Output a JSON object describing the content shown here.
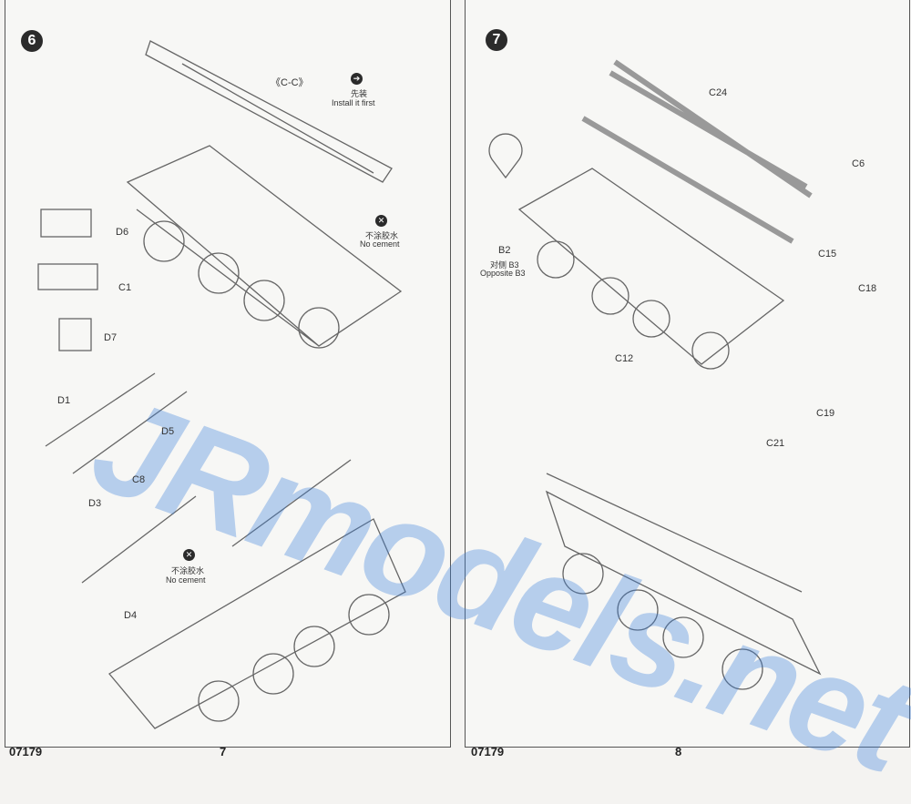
{
  "left_page": {
    "step": "6",
    "labels": {
      "cc": "《C-C》",
      "install_cn": "先装",
      "install_en": "Install it first",
      "nocement_cn": "不涂胶水",
      "nocement_en": "No cement",
      "d6": "D6",
      "c1": "C1",
      "d7": "D7",
      "d1": "D1",
      "d5": "D5",
      "c8": "C8",
      "d3": "D3",
      "d4": "D4",
      "nocement2_cn": "不涂胶水",
      "nocement2_en": "No cement"
    },
    "footer": {
      "code": "07179",
      "page": "7"
    }
  },
  "right_page": {
    "step": "7",
    "labels": {
      "c24": "C24",
      "c6": "C6",
      "c15": "C15",
      "c18": "C18",
      "b2": "B2",
      "b3_cn": "对侧 B3",
      "b3_en": "Opposite B3",
      "c12": "C12",
      "c19": "C19",
      "c21": "C21"
    },
    "footer": {
      "code": "07179",
      "page": "8"
    }
  },
  "watermark": "JRmodels.net"
}
